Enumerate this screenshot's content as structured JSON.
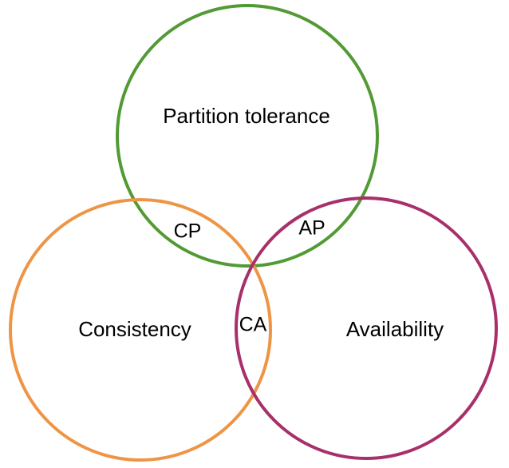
{
  "diagram": {
    "sets": {
      "partition": {
        "label": "Partition tolerance",
        "color": "#529a34"
      },
      "consistency": {
        "label": "Consistency",
        "color": "#ee9545"
      },
      "availability": {
        "label": "Availability",
        "color": "#a8306a"
      }
    },
    "intersections": {
      "cp": "CP",
      "ap": "AP",
      "ca": "CA"
    }
  }
}
